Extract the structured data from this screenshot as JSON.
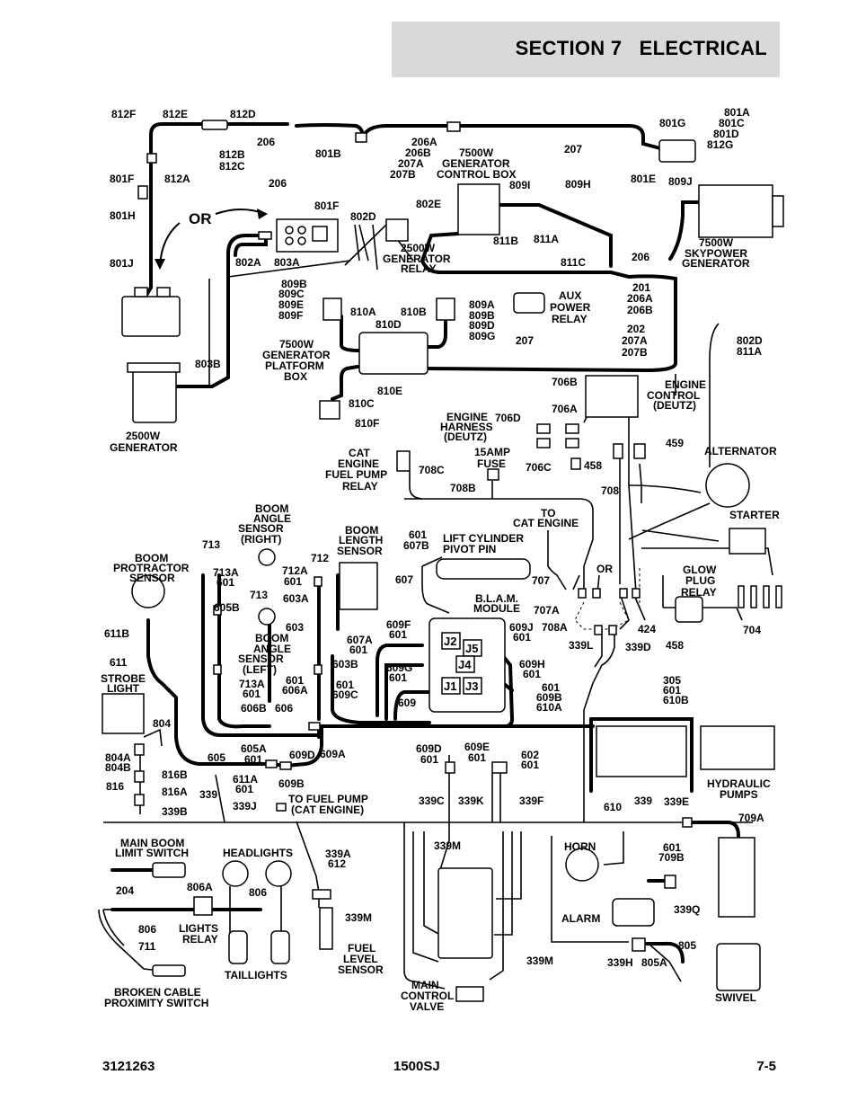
{
  "header": {
    "section_title": "SECTION 7   ELECTRICAL"
  },
  "footer": {
    "doc_number": "3121263",
    "model": "1500SJ",
    "page": "7-5"
  },
  "labels": {
    "or_main": "OR",
    "or_small": "OR",
    "w812F": "812F",
    "w812E": "812E",
    "w812D": "812D",
    "w812B": "812B",
    "w812C": "812C",
    "w812A": "812A",
    "w206_top": "206",
    "w206_mid": "206",
    "w206_right": "206",
    "w801B": "801B",
    "w801F": "801F",
    "w801F_2": "801F",
    "w801H": "801H",
    "w801J": "801J",
    "w206A": "206A",
    "w206B": "206B",
    "w207A": "207A",
    "w207B": "207B",
    "w207_top": "207",
    "w801G": "801G",
    "w801A": "801A",
    "w801C": "801C",
    "w801D": "801D",
    "w812G": "812G",
    "w801E": "801E",
    "w809J": "809J",
    "w809I": "809I",
    "w809H": "809H",
    "w811B": "811B",
    "w811A": "811A",
    "w811C": "811C",
    "w802D": "802D",
    "w802E": "802E",
    "w802A": "802A",
    "w803A": "803A",
    "w803B": "803B",
    "gen_ctrl_1": "7500W",
    "gen_ctrl_2": "GENERATOR",
    "gen_ctrl_3": "CONTROL BOX",
    "skypower_1": "7500W",
    "skypower_2": "SKYPOWER",
    "skypower_3": "GENERATOR",
    "gen_relay_1": "2500W",
    "gen_relay_2": "GENERATOR",
    "gen_relay_3": "RELAY",
    "aux_1": "AUX",
    "aux_2": "POWER",
    "aux_3": "RELAY",
    "w201": "201",
    "w206A_2": "206A",
    "w206B_2": "206B",
    "w202": "202",
    "w207A_2": "207A",
    "w207B_2": "207B",
    "w802D_2": "802D",
    "w811A_2": "811A",
    "w809B": "809B",
    "w809C": "809C",
    "w809E": "809E",
    "w809F": "809F",
    "w810A": "810A",
    "w810B": "810B",
    "w810D": "810D",
    "w809A": "809A",
    "w809B_2": "809B",
    "w809D": "809D",
    "w809G": "809G",
    "w207_mid": "207",
    "plat_1": "7500W",
    "plat_2": "GENERATOR",
    "plat_3": "PLATFORM",
    "plat_4": "BOX",
    "w810E": "810E",
    "w810C": "810C",
    "w810F": "810F",
    "gen2500_1": "2500W",
    "gen2500_2": "GENERATOR",
    "w706B": "706B",
    "eng_ctrl_1": "ENGINE",
    "eng_ctrl_2": "CONTROL",
    "eng_ctrl_3": "(DEUTZ)",
    "eng_harn_1": "ENGINE",
    "eng_harn_2": "HARNESS",
    "eng_harn_3": "(DEUTZ)",
    "w706D": "706D",
    "w706A": "706A",
    "w706C": "706C",
    "w458": "458",
    "w459": "459",
    "alternator": "ALTERNATOR",
    "fuse_1": "15AMP",
    "fuse_2": "FUSE",
    "cat_relay_1": "CAT",
    "cat_relay_2": "ENGINE",
    "cat_relay_3": "FUEL PUMP",
    "cat_relay_4": "RELAY",
    "w708C": "708C",
    "w708B": "708B",
    "w708": "708",
    "to_cat_1": "TO",
    "to_cat_2": "CAT ENGINE",
    "starter": "STARTER",
    "boom_r_1": "BOOM",
    "boom_r_2": "ANGLE",
    "boom_r_3": "SENSOR",
    "boom_r_4": "(RIGHT)",
    "boom_len_1": "BOOM",
    "boom_len_2": "LENGTH",
    "boom_len_3": "SENSOR",
    "w601_a": "601",
    "w607B": "607B",
    "lift_1": "LIFT CYLINDER",
    "lift_2": "PIVOT PIN",
    "protr_1": "BOOM",
    "protr_2": "PROTRACTOR",
    "protr_3": "SENSOR",
    "w713": "713",
    "w713A": "713A",
    "w601_b": "601",
    "w712": "712",
    "w712A": "712A",
    "w601_c": "601",
    "w603A": "603A",
    "w605B": "605B",
    "w713_2": "713",
    "w607": "607",
    "w707": "707",
    "glow_1": "GLOW",
    "glow_2": "PLUG",
    "glow_3": "RELAY",
    "blam_1": "B.L.A.M.",
    "blam_2": "MODULE",
    "w611B": "611B",
    "w603": "603",
    "boom_l_1": "BOOM",
    "boom_l_2": "ANGLE",
    "boom_l_3": "SENSOR",
    "boom_l_4": "(LEFT)",
    "w609F": "609F",
    "w601_d": "601",
    "w607A": "607A",
    "w601_e": "601",
    "w609J": "609J",
    "w601_f": "601",
    "w707A": "707A",
    "w708A": "708A",
    "w424": "424",
    "w458_2": "458",
    "w704": "704",
    "w611": "611",
    "strobe_1": "STROBE",
    "strobe_2": "LIGHT",
    "w603B": "603B",
    "w339L": "339L",
    "w339D": "339D",
    "j2": "J2",
    "j5": "J5",
    "j4": "J4",
    "j1": "J1",
    "j3": "J3",
    "w713A_2": "713A",
    "w601_g": "601",
    "w606B": "606B",
    "w606": "606",
    "w601_h": "601",
    "w606A": "606A",
    "w601_i": "601",
    "w609C": "609C",
    "w609G": "609G",
    "w601_j": "601",
    "w609H": "609H",
    "w601_k": "601",
    "w609": "609",
    "w601_l": "601",
    "w609B": "609B",
    "w610A": "610A",
    "w305": "305",
    "w601_m": "601",
    "w610B": "610B",
    "w804": "804",
    "w804A": "804A",
    "w804B": "804B",
    "w605": "605",
    "w605A": "605A",
    "w601_n": "601",
    "w609D": "609D",
    "w609A": "609A",
    "w609D_2": "609D",
    "w601_o": "601",
    "w609E": "609E",
    "w601_p": "601",
    "w602": "602",
    "w601_q": "601",
    "w816B": "816B",
    "w816": "816",
    "w816A": "816A",
    "w611A": "611A",
    "w601_r": "601",
    "w609B_2": "609B",
    "w339": "339",
    "w339B": "339B",
    "w339J": "339J",
    "fuel_pump_1": "TO FUEL PUMP",
    "fuel_pump_2": "(CAT ENGINE)",
    "w339C": "339C",
    "w339K": "339K",
    "w339F": "339F",
    "w610": "610",
    "w339_2": "339",
    "w339E": "339E",
    "hyd_1": "HYDRAULIC",
    "hyd_2": "PUMPS",
    "w709A": "709A",
    "limit_1": "MAIN BOOM",
    "limit_2": "LIMIT SWITCH",
    "headlights": "HEADLIGHTS",
    "w339A": "339A",
    "w612": "612",
    "w339M": "339M",
    "horn": "HORN",
    "w601_s": "601",
    "w709B": "709B",
    "w204": "204",
    "w806A": "806A",
    "w806": "806",
    "w339Q": "339Q",
    "w339M_2": "339M",
    "alarm": "ALARM",
    "w806_2": "806",
    "lights_1": "LIGHTS",
    "lights_2": "RELAY",
    "fuel_lvl_1": "FUEL",
    "fuel_lvl_2": "LEVEL",
    "fuel_lvl_3": "SENSOR",
    "w805": "805",
    "w711": "711",
    "w339M_3": "339M",
    "w339H": "339H",
    "w805A": "805A",
    "taillights": "TAILLIGHTS",
    "broken_1": "BROKEN CABLE",
    "broken_2": "PROXIMITY SWITCH",
    "mcv_1": "MAIN",
    "mcv_2": "CONTROL",
    "mcv_3": "VALVE",
    "swivel": "SWIVEL"
  }
}
